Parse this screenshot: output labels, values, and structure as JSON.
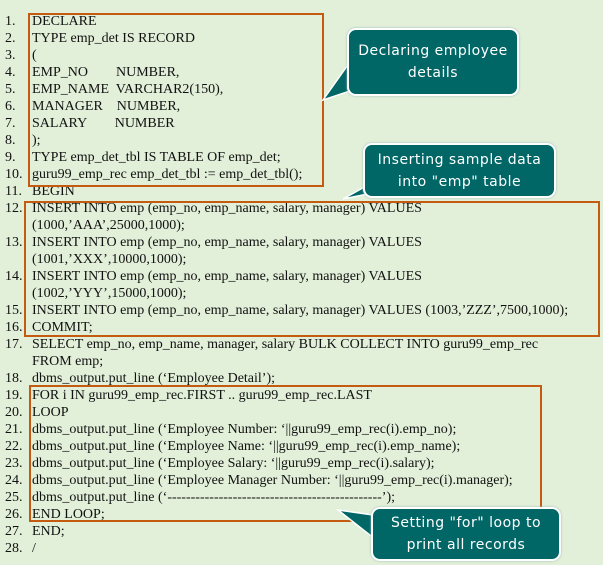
{
  "code_lines": [
    {
      "n": "1.",
      "t": "DECLARE"
    },
    {
      "n": "2.",
      "t": "TYPE emp_det IS RECORD"
    },
    {
      "n": "3.",
      "t": "("
    },
    {
      "n": "4.",
      "t": "EMP_NO        NUMBER,"
    },
    {
      "n": "5.",
      "t": "EMP_NAME  VARCHAR2(150),"
    },
    {
      "n": "6.",
      "t": "MANAGER    NUMBER,"
    },
    {
      "n": "7.",
      "t": "SALARY        NUMBER"
    },
    {
      "n": "8.",
      "t": ");"
    },
    {
      "n": "9.",
      "t": "TYPE emp_det_tbl IS TABLE OF emp_det;"
    },
    {
      "n": "10.",
      "t": "guru99_emp_rec emp_det_tbl := emp_det_tbl();"
    },
    {
      "n": "11.",
      "t": "BEGIN"
    },
    {
      "n": "12.",
      "t": "INSERT INTO emp (emp_no, emp_name, salary, manager) VALUES",
      "c": "(1000,’AAA’,25000,1000);"
    },
    {
      "n": "13.",
      "t": "INSERT INTO emp (emp_no, emp_name, salary, manager) VALUES",
      "c": "(1001,’XXX’,10000,1000);"
    },
    {
      "n": "14.",
      "t": "INSERT INTO emp (emp_no, emp_name, salary, manager) VALUES",
      "c": "(1002,’YYY’,15000,1000);"
    },
    {
      "n": "15.",
      "t": "INSERT INTO emp (emp_no, emp_name, salary, manager) VALUES (1003,’ZZZ’,7500,1000);"
    },
    {
      "n": "16.",
      "t": "COMMIT;"
    },
    {
      "n": "17.",
      "t": "SELECT emp_no, emp_name, manager, salary BULK COLLECT INTO guru99_emp_rec",
      "c": "FROM emp;"
    },
    {
      "n": "18.",
      "t": "dbms_output.put_line (‘Employee Detail’);"
    },
    {
      "n": "19.",
      "t": "FOR i IN guru99_emp_rec.FIRST .. guru99_emp_rec.LAST"
    },
    {
      "n": "20.",
      "t": "LOOP"
    },
    {
      "n": "21.",
      "t": "dbms_output.put_line (‘Employee Number: ‘||guru99_emp_rec(i).emp_no);"
    },
    {
      "n": "22.",
      "t": "dbms_output.put_line (‘Employee Name: ‘||guru99_emp_rec(i).emp_name);"
    },
    {
      "n": "23.",
      "t": "dbms_output.put_line (‘Employee Salary: ‘||guru99_emp_rec(i).salary);"
    },
    {
      "n": "24.",
      "t": "dbms_output.put_line (‘Employee Manager Number: ‘||guru99_emp_rec(i).manager);"
    },
    {
      "n": "25.",
      "t": "dbms_output.put_line (‘----------------------------------------------’);"
    },
    {
      "n": "26.",
      "t": "END LOOP;"
    },
    {
      "n": "27.",
      "t": "END;"
    },
    {
      "n": "28.",
      "t": "/"
    }
  ],
  "callouts": {
    "declare": {
      "line1": "Declaring employee",
      "line2": "details"
    },
    "insert": {
      "line1": "Inserting sample data",
      "line2": "into \"emp\" table"
    },
    "loop": {
      "line1": "Setting \"for\" loop to",
      "line2": "print all records"
    }
  },
  "colors": {
    "background": "#e2efd9",
    "box_border": "#c55a11",
    "callout_fill": "#006666"
  }
}
